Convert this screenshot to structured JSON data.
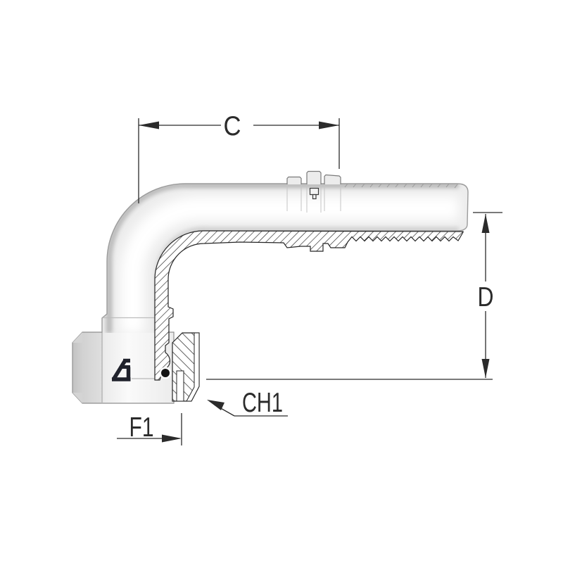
{
  "diagram": {
    "type": "technical-drawing",
    "subject": "90-degree elbow swivel hose fitting, half-section view",
    "dimensions": {
      "c": "C",
      "d": "D",
      "f1": "F1",
      "ch1": "CH1"
    },
    "colors": {
      "background": "#ffffff",
      "dimension_line": "#2b2b2b",
      "section_line": "#262626",
      "metal_light": "#ececec",
      "metal_shadow": "#c6c6c6",
      "logo": "#20222c"
    }
  }
}
